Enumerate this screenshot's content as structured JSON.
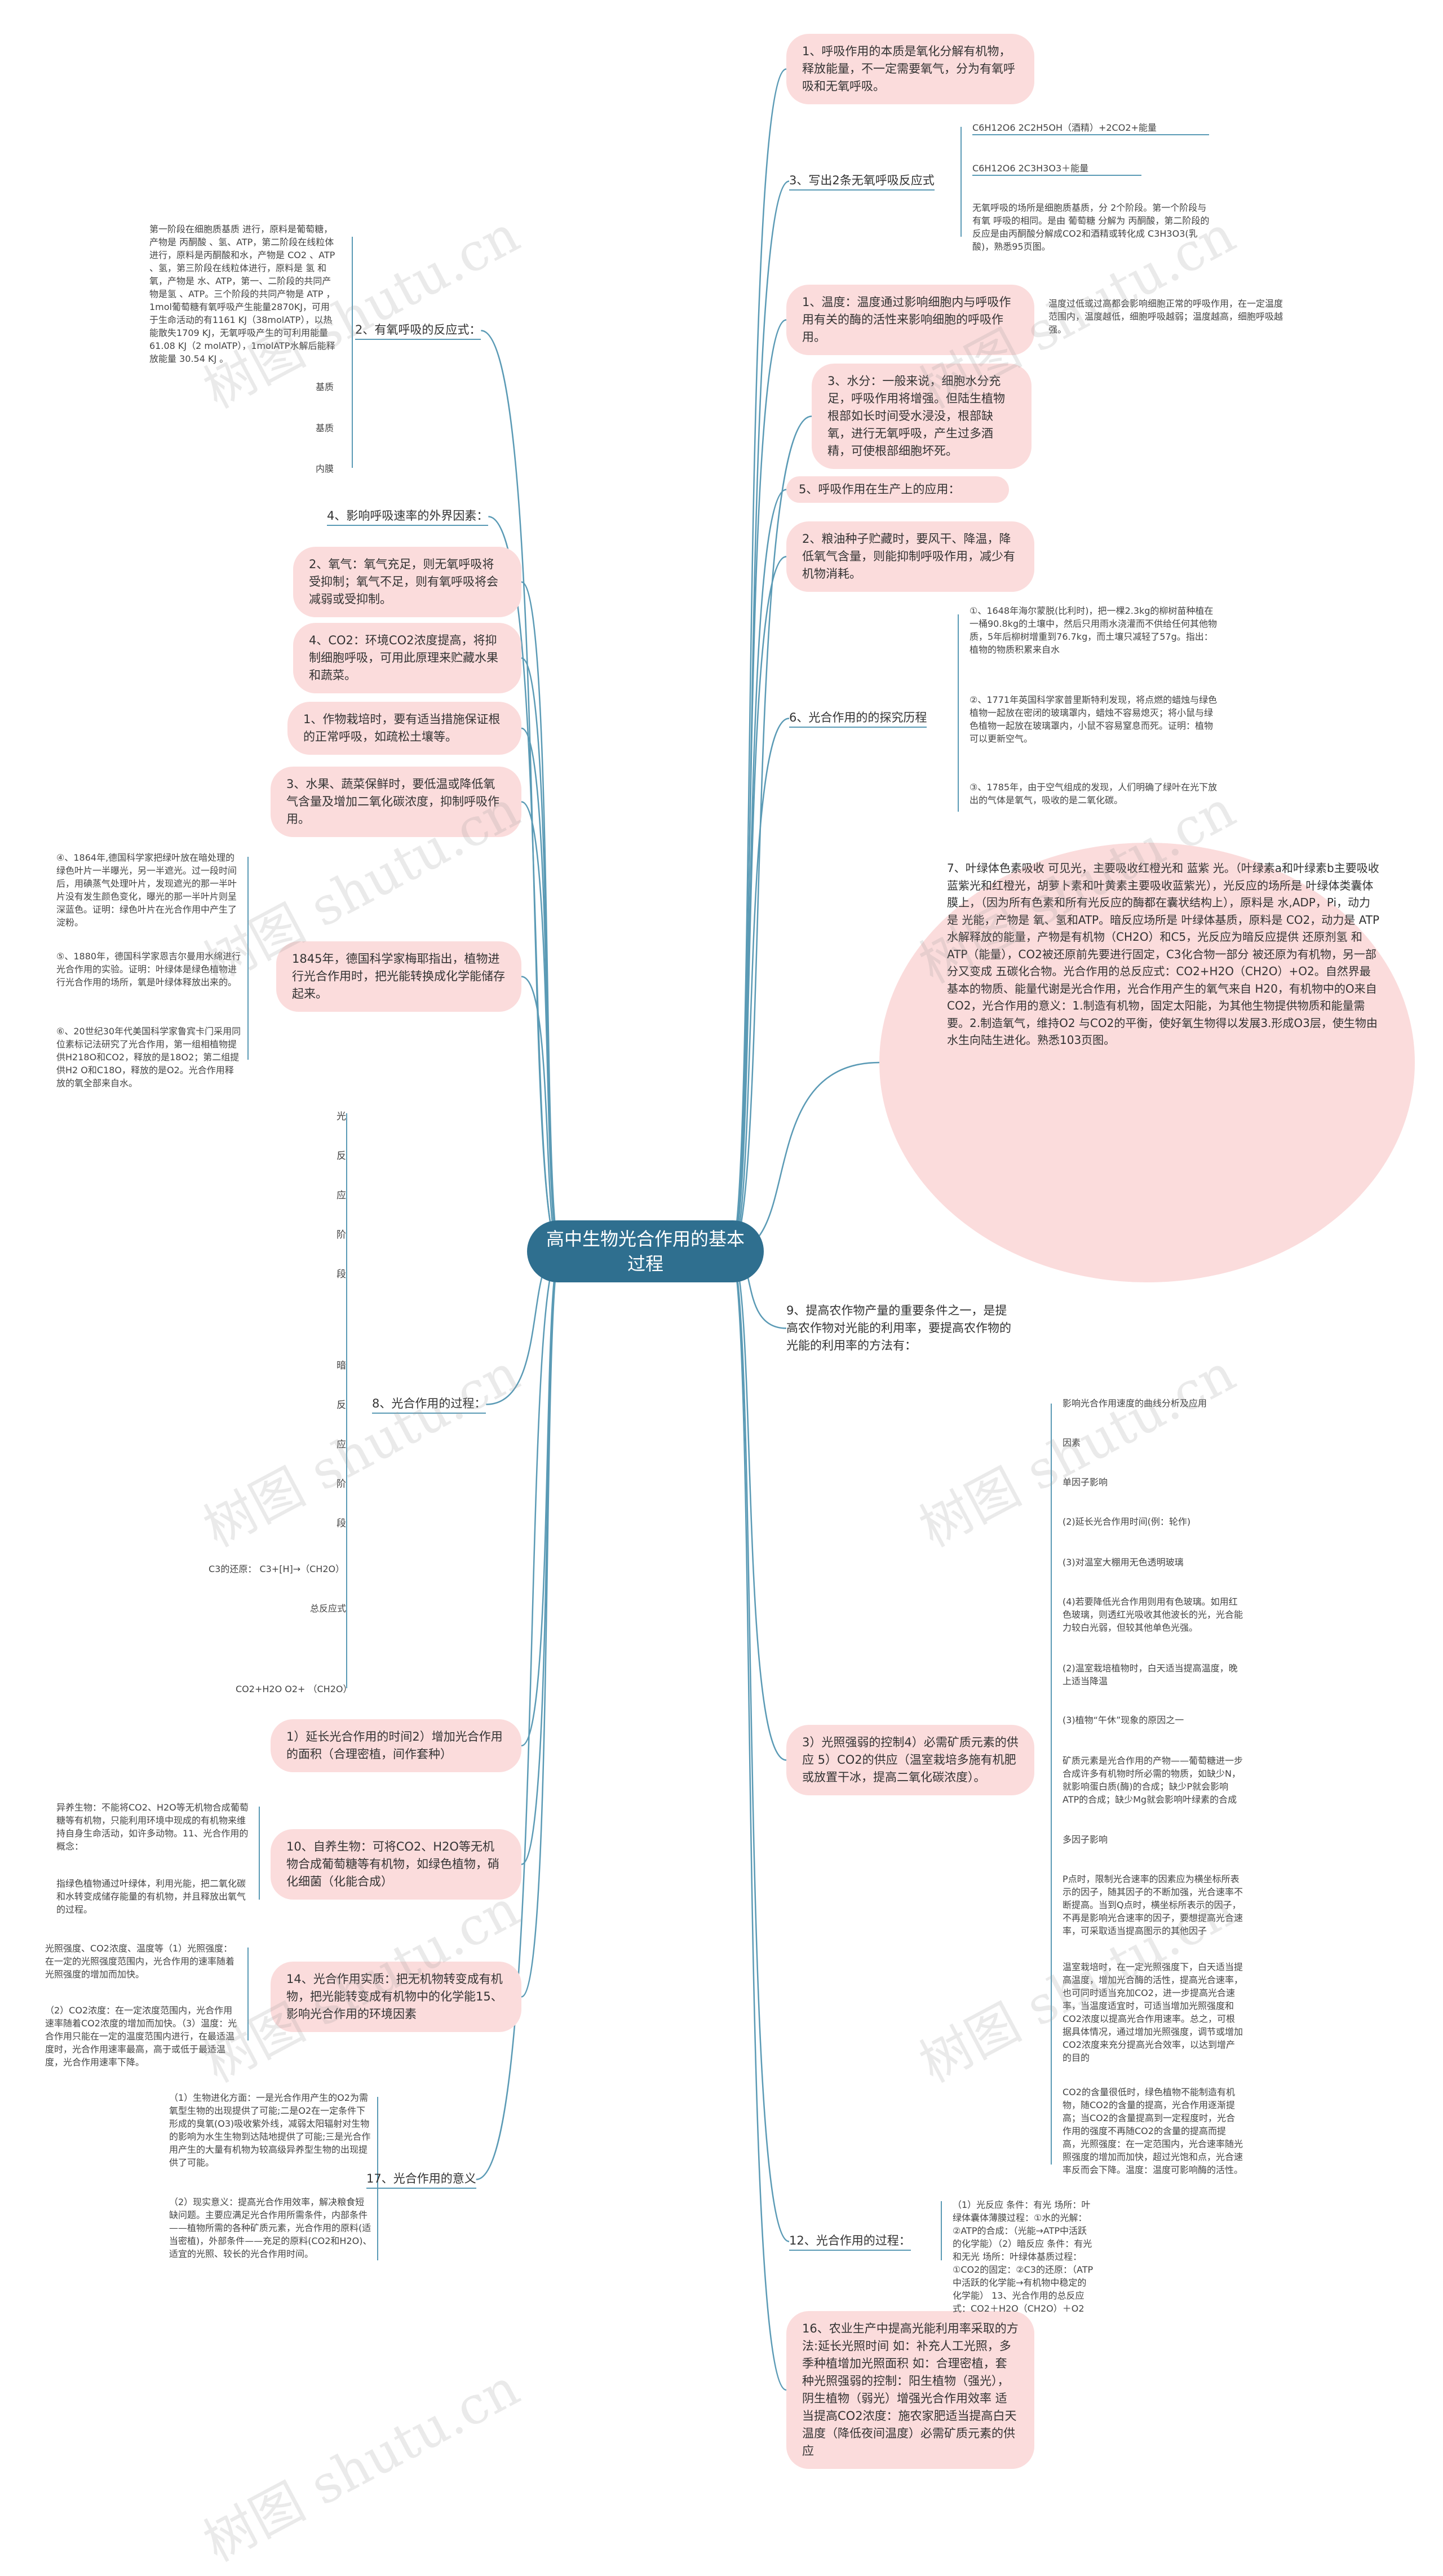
{
  "center": "高中生物光合作用的基本过程",
  "right": [
    {
      "id": "r1",
      "text": "1、呼吸作用的本质是氧化分解有机物，释放能量，不一定需要氧气，分为有氧呼吸和无氧呼吸。"
    },
    {
      "id": "r2",
      "text": "3、写出2条无氧呼吸反应式"
    },
    {
      "id": "r3",
      "text": "1、温度：温度通过影响细胞内与呼吸作用有关的酶的活性来影响细胞的呼吸作用。"
    },
    {
      "id": "r4",
      "text": "3、水分：一般来说，细胞水分充足，呼吸作用将增强。但陆生植物根部如长时间受水浸没，根部缺氧，进行无氧呼吸，产生过多酒精，可使根部细胞坏死。"
    },
    {
      "id": "r5",
      "text": "5、呼吸作用在生产上的应用："
    },
    {
      "id": "r6",
      "text": "2、粮油种子贮藏时，要风干、降温，降低氧气含量，则能抑制呼吸作用，减少有机物消耗。"
    },
    {
      "id": "r7",
      "text": "6、光合作用的的探究历程"
    },
    {
      "id": "r8",
      "text": "7、叶绿体色素吸收 可见光，主要吸收红橙光和 蓝紫 光。（叶绿素a和叶绿素b主要吸收蓝紫光和红橙光，胡萝卜素和叶黄素主要吸收蓝紫光），光反应的场所是 叶绿体类囊体膜上，（因为所有色素和所有光反应的酶都在囊状结构上），原料是 水,ADP，Pi，动力是 光能，产物是 氧、氢和ATP。暗反应场所是 叶绿体基质，原料是 CO2，动力是 ATP水解释放的能量，产物是有机物（CH2O）和C5，光反应为暗反应提供 还原剂氢 和ATP（能量），CO2被还原前先要进行固定，C3化合物一部分 被还原为有机物，另一部分又变成 五碳化合物。光合作用的总反应式：CO2+H2O（CH2O）+O2。自然界最基本的物质、能量代谢是光合作用，光合作用产生的氧气来自 H20，有机物中的O来自 CO2，光合作用的意义：1.制造有机物，固定太阳能，为其他生物提供物质和能量需要。2.制造氧气，维持O2 与CO2的平衡，使好氧生物得以发展3.形成O3层，使生物由水生向陆生进化。熟悉103页图。"
    },
    {
      "id": "r9",
      "text": "9、提高农作物产量的重要条件之一，是提高农作物对光能的利用率，要提高农作物的光能的利用率的方法有："
    },
    {
      "id": "r10",
      "text": "3）光照强弱的控制4）必需矿质元素的供应 5）CO2的供应（温室栽培多施有机肥或放置干冰，提高二氧化碳浓度）。"
    },
    {
      "id": "r11",
      "text": "12、光合作用的过程："
    },
    {
      "id": "r12",
      "text": "16、农业生产中提高光能利用率采取的方法:延长光照时间 如：补充人工光照，多季种植增加光照面积 如：合理密植，套种光照强弱的控制：阳生植物（强光），阴生植物（弱光）增强光合作用效率 适当提高CO2浓度：施农家肥适当提高白天温度（降低夜间温度）必需矿质元素的供应"
    }
  ],
  "right_leaves": {
    "anaerobic1": "C6H12O6 2C2H5OH（酒精）+2CO2+能量",
    "anaerobic2": "C6H12O6 2C3H3O3＋能量",
    "anaerobic3": "无氧呼吸的场所是细胞质基质，分 2个阶段。第一个阶段与 有氧 呼吸的相同。是由 葡萄糖 分解为 丙酮酸，第二阶段的反应是由丙酮酸分解成CO2和酒精或转化成 C3H3O3(乳酸)，熟悉95页图。",
    "temp_note": "温度过低或过高都会影响细胞正常的呼吸作用，在一定温度范围内，温度越低，细胞呼吸越弱；温度越高，细胞呼吸越强。",
    "hist1": "①、1648年海尔蒙脱(比利时)，把一棵2.3kg的柳树苗种植在一桶90.8kg的土壤中，然后只用雨水浇灌而不供给任何其他物质，5年后柳树增重到76.7kg，而土壤只减轻了57g。指出：植物的物质积累来自水",
    "hist2": "②、1771年英国科学家普里斯特利发现，将点燃的蜡烛与绿色植物一起放在密闭的玻璃罩内，蜡烛不容易熄灭；将小鼠与绿色植物一起放在玻璃罩内，小鼠不容易窒息而死。证明：植物可以更新空气。",
    "hist3": "③、1785年，由于空气组成的发现，人们明确了绿叶在光下放出的气体是氧气，吸收的是二氧化碳。",
    "f1": "影响光合作用速度的曲线分析及应用",
    "f2": "因素",
    "f3": "单因子影响",
    "f4": "(2)延长光合作用时间(例：轮作)",
    "f5": "(3)对温室大棚用无色透明玻璃",
    "f6": "(4)若要降低光合作用则用有色玻璃。如用红色玻璃，则透红光吸收其他波长的光，光合能力较白光弱，但较其他单色光强。",
    "f7": "(2)温室栽培植物时，白天适当提高温度，晚上适当降温",
    "f8": "(3)植物“午休”现象的原因之一",
    "f9": "矿质元素是光合作用的产物——葡萄糖进一步合成许多有机物时所必需的物质，如缺少N，就影响蛋白质(酶)的合成；缺少P就会影响ATP的合成；缺少Mg就会影响叶绿素的合成",
    "f10": "多因子影响",
    "f11": "P点时，限制光合速率的因素应为横坐标所表示的因子，随其因子的不断加强，光合速率不断提高。当到Q点时，横坐标所表示的因子，不再是影响光合速率的因子，要想提高光合速率，可采取适当提高图示的其他因子",
    "f12": "温室栽培时，在一定光照强度下，白天适当提高温度，增加光合酶的活性，提高光合速率，也可同时适当充加CO2，进一步提高光合速率，当温度适宜时，可适当增加光照强度和CO2浓度以提高光合作用速率。总之，可根据具体情况，通过增加光照强度，调节或增加CO2浓度来充分提高光合效率，以达到增产的目的",
    "f13": "CO2的含量很低时，绿色植物不能制造有机物，随CO2的含量的提高，光合作用逐渐提高；当CO2的含量提高到一定程度时，光合作用的强度不再随CO2的含量的提高而提高，光照强度：在一定范围内，光合速率随光照强度的增加而加快，超过光饱和点，光合速率反而会下降。温度：温度可影响酶的活性。",
    "proc": "（1）光反应 条件：有光 场所：叶绿体囊体薄膜过程：①水的光解：②ATP的合成：（光能→ATP中活跃的化学能）（2）暗反应 条件：有光和无光 场所：叶绿体基质过程：①CO2的固定：②C3的还原：（ATP中活跃的化学能→有机物中稳定的化学能） 13、光合作用的总反应式：CO2＋H2O（CH2O）＋O2"
  },
  "left": [
    {
      "id": "l1",
      "text": "2、有氧呼吸的反应式："
    },
    {
      "id": "l2",
      "text": "4、影响呼吸速率的外界因素："
    },
    {
      "id": "l3",
      "text": "2、氧气：氧气充足，则无氧呼吸将受抑制；氧气不足，则有氧呼吸将会减弱或受抑制。"
    },
    {
      "id": "l4",
      "text": "4、CO2：环境CO2浓度提高，将抑制细胞呼吸，可用此原理来贮藏水果和蔬菜。"
    },
    {
      "id": "l5",
      "text": "1、作物栽培时，要有适当措施保证根的正常呼吸，如疏松土壤等。"
    },
    {
      "id": "l6",
      "text": "3、水果、蔬菜保鲜时，要低温或降低氧气含量及增加二氧化碳浓度，抑制呼吸作用。"
    },
    {
      "id": "l7",
      "text": "1845年，德国科学家梅耶指出，植物进行光合作用时，把光能转换成化学能储存起来。"
    },
    {
      "id": "l8",
      "text": "8、光合作用的过程："
    },
    {
      "id": "l9",
      "text": "1）延长光合作用的时间2）增加光合作用的面积（合理密植，间作套种）"
    },
    {
      "id": "l10",
      "text": "10、自养生物：可将CO2、H2O等无机物合成葡萄糖等有机物，如绿色植物，硝化细菌（化能合成）"
    },
    {
      "id": "l11",
      "text": "14、光合作用实质：把无机物转变成有机物，把光能转变成有机物中的化学能15、影响光合作用的环境因素"
    },
    {
      "id": "l12",
      "text": "17、光合作用的意义"
    }
  ],
  "left_leaves": {
    "aerobic": "第一阶段在细胞质基质 进行，原料是葡萄糖，产物是 丙酮酸 、氢、ATP，第二阶段在线粒体 进行，原料是丙酮酸和水，产物是 CO2 、ATP 、氢，第三阶段在线粒体进行，原料是 氢 和氧，产物是 水、ATP，第一、二阶段的共同产物是氢 、ATP。三个阶段的共同产物是 ATP ，1mol葡萄糖有氧呼吸产生能量2870KJ，可用于生命活动的有1161 KJ（38molATP），以热能散失1709 KJ，无氧呼吸产生的可利用能量 61.08 KJ（2 molATP），1molATP水解后能释放能量 30.54 KJ 。",
    "j1": "基质",
    "j2": "基质",
    "j3": "内膜",
    "h4": "④、1864年,德国科学家把绿叶放在暗处理的绿色叶片一半曝光，另一半遮光。过一段时间后，用碘蒸气处理叶片，发现遮光的那一半叶片没有发生颜色变化，曝光的那一半叶片则呈深蓝色。证明：绿色叶片在光合作用中产生了淀粉。",
    "h5": "⑤、1880年，德国科学家恩吉尔曼用水绵进行光合作用的实验。证明：叶绿体是绿色植物进行光合作用的场所，氧是叶绿体释放出来的。",
    "h6": "⑥、20世纪30年代美国科学家鲁宾卡门采用同位素标记法研究了光合作用，第一组相植物提供H218O和CO2，释放的是18O2；第二组提供H2 O和C18O，释放的是O2。光合作用释放的氧全部来自水。",
    "light_chars": [
      "光",
      "反",
      "应",
      "阶",
      "段"
    ],
    "dark_chars": [
      "暗",
      "反",
      "应",
      "阶",
      "段"
    ],
    "c3": "C3的还原： C3+[H]→（CH2O）",
    "total": "总反应式",
    "eq": "CO2+H2O O2+ （CH2O）",
    "auto1": "异养生物：不能将CO2、H2O等无机物合成葡萄糖等有机物，只能利用环境中现成的有机物来维持自身生命活动，如许多动物。11、光合作用的概念：",
    "auto2": "指绿色植物通过叶绿体，利用光能，把二氧化碳和水转变成储存能量的有机物，并且释放出氧气的过程。",
    "env1": "光照强度、CO2浓度、温度等（1）光照强度：在一定的光照强度范围内，光合作用的速率随着光照强度的增加而加快。",
    "env2": "（2）CO2浓度：在一定浓度范围内，光合作用速率随着CO2浓度的增加而加快。（3）温度：光合作用只能在一定的温度范围内进行，在最适温度时，光合作用速率最高，高于或低于最适温度，光合作用速率下降。",
    "mean1": "（1）生物进化方面：一是光合作用产生的O2为需氧型生物的出现提供了可能;二是O2在一定条件下形成的臭氧(O3)吸收紫外线，减弱太阳辐射对生物的影响为水生生物到达陆地提供了可能;三是光合作用产生的大量有机物为较高级异养型生物的出现提供了可能。",
    "mean2": "（2）现实意义：提高光合作用效率，解决粮食短缺问题。主要应满足光合作用所需条件，内部条件——植物所需的各种矿质元素，光合作用的原料(适当密植)，外部条件——充足的原料(CO2和H2O)、适宜的光照、较长的光合作用时间。"
  },
  "watermarks": [
    "树图 shutu.cn",
    "树图 shutu.cn",
    "树图 shutu.cn",
    "树图 shutu.cn",
    "树图 shutu.cn",
    "树图 shutu.cn",
    "树图 shutu.cn",
    "树图 shutu.cn",
    "树图 shutu.cn"
  ],
  "colors": {
    "line": "#5a9ab5",
    "center": "#2f6f8f",
    "node": "#fbdcdc"
  }
}
